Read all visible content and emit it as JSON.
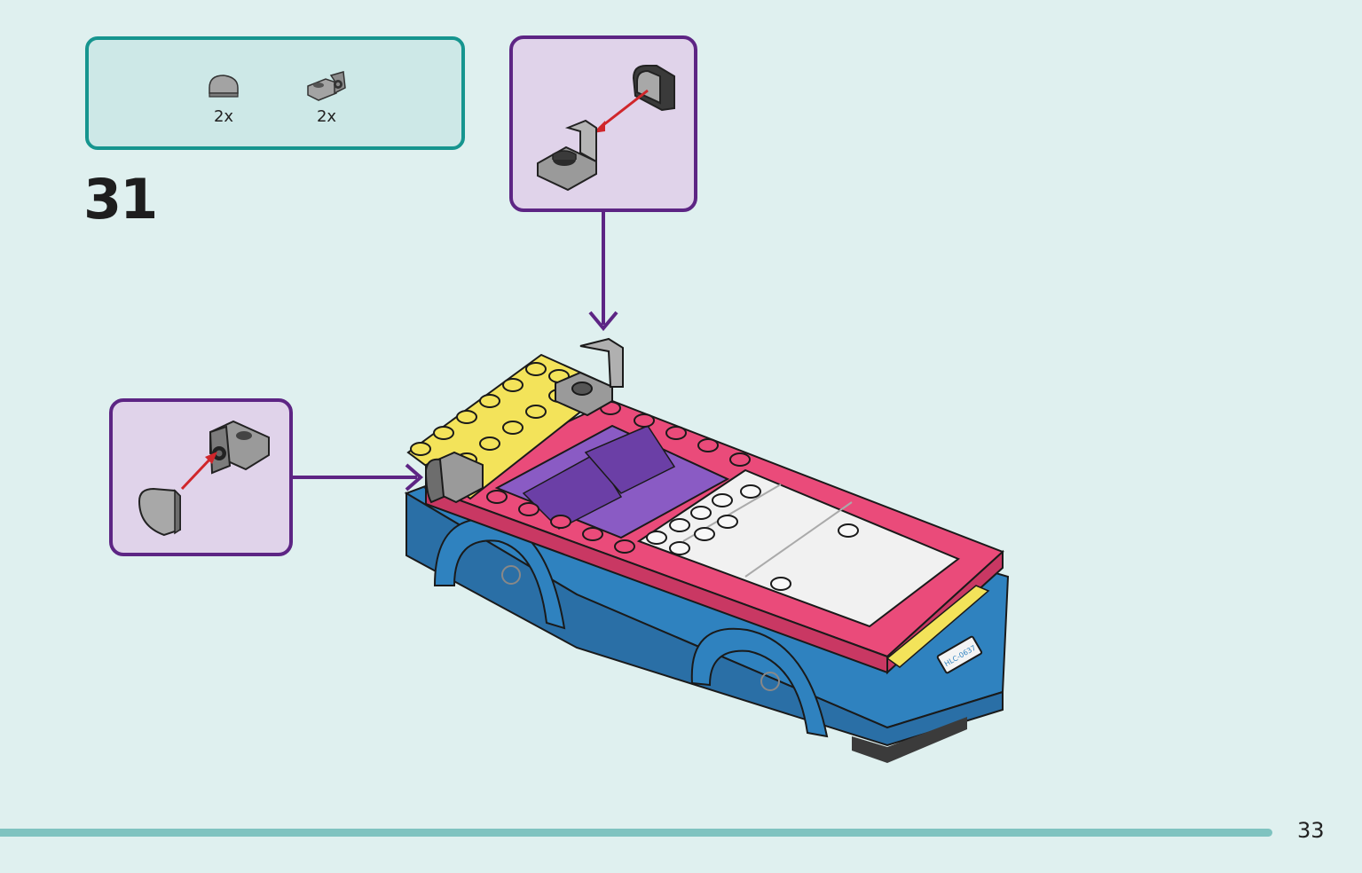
{
  "parts_list": {
    "items": [
      {
        "quantity": "2x",
        "icon": "rounded-tile-icon",
        "color": "#9a9a9a"
      },
      {
        "quantity": "2x",
        "icon": "bracket-plate-icon",
        "color": "#9a9a9a"
      }
    ]
  },
  "step": {
    "number": "31"
  },
  "callouts": [
    {
      "name": "rear-callout",
      "icon": "bracket-plate-attach-icon"
    },
    {
      "name": "side-callout",
      "icon": "tile-to-bracket-icon"
    }
  ],
  "license_plate": "HLC-0637",
  "page": {
    "number": "33"
  },
  "colors": {
    "background": "#dff0ef",
    "parts_border": "#16958f",
    "callout_border": "#5d2584",
    "callout_fill": "#e0d3ea",
    "car_body": "#2f82bf",
    "car_top": "#ea4b7a",
    "yellow": "#f3e35a",
    "purple": "#7d4dbb",
    "footer_bar": "#7fc3c0"
  }
}
